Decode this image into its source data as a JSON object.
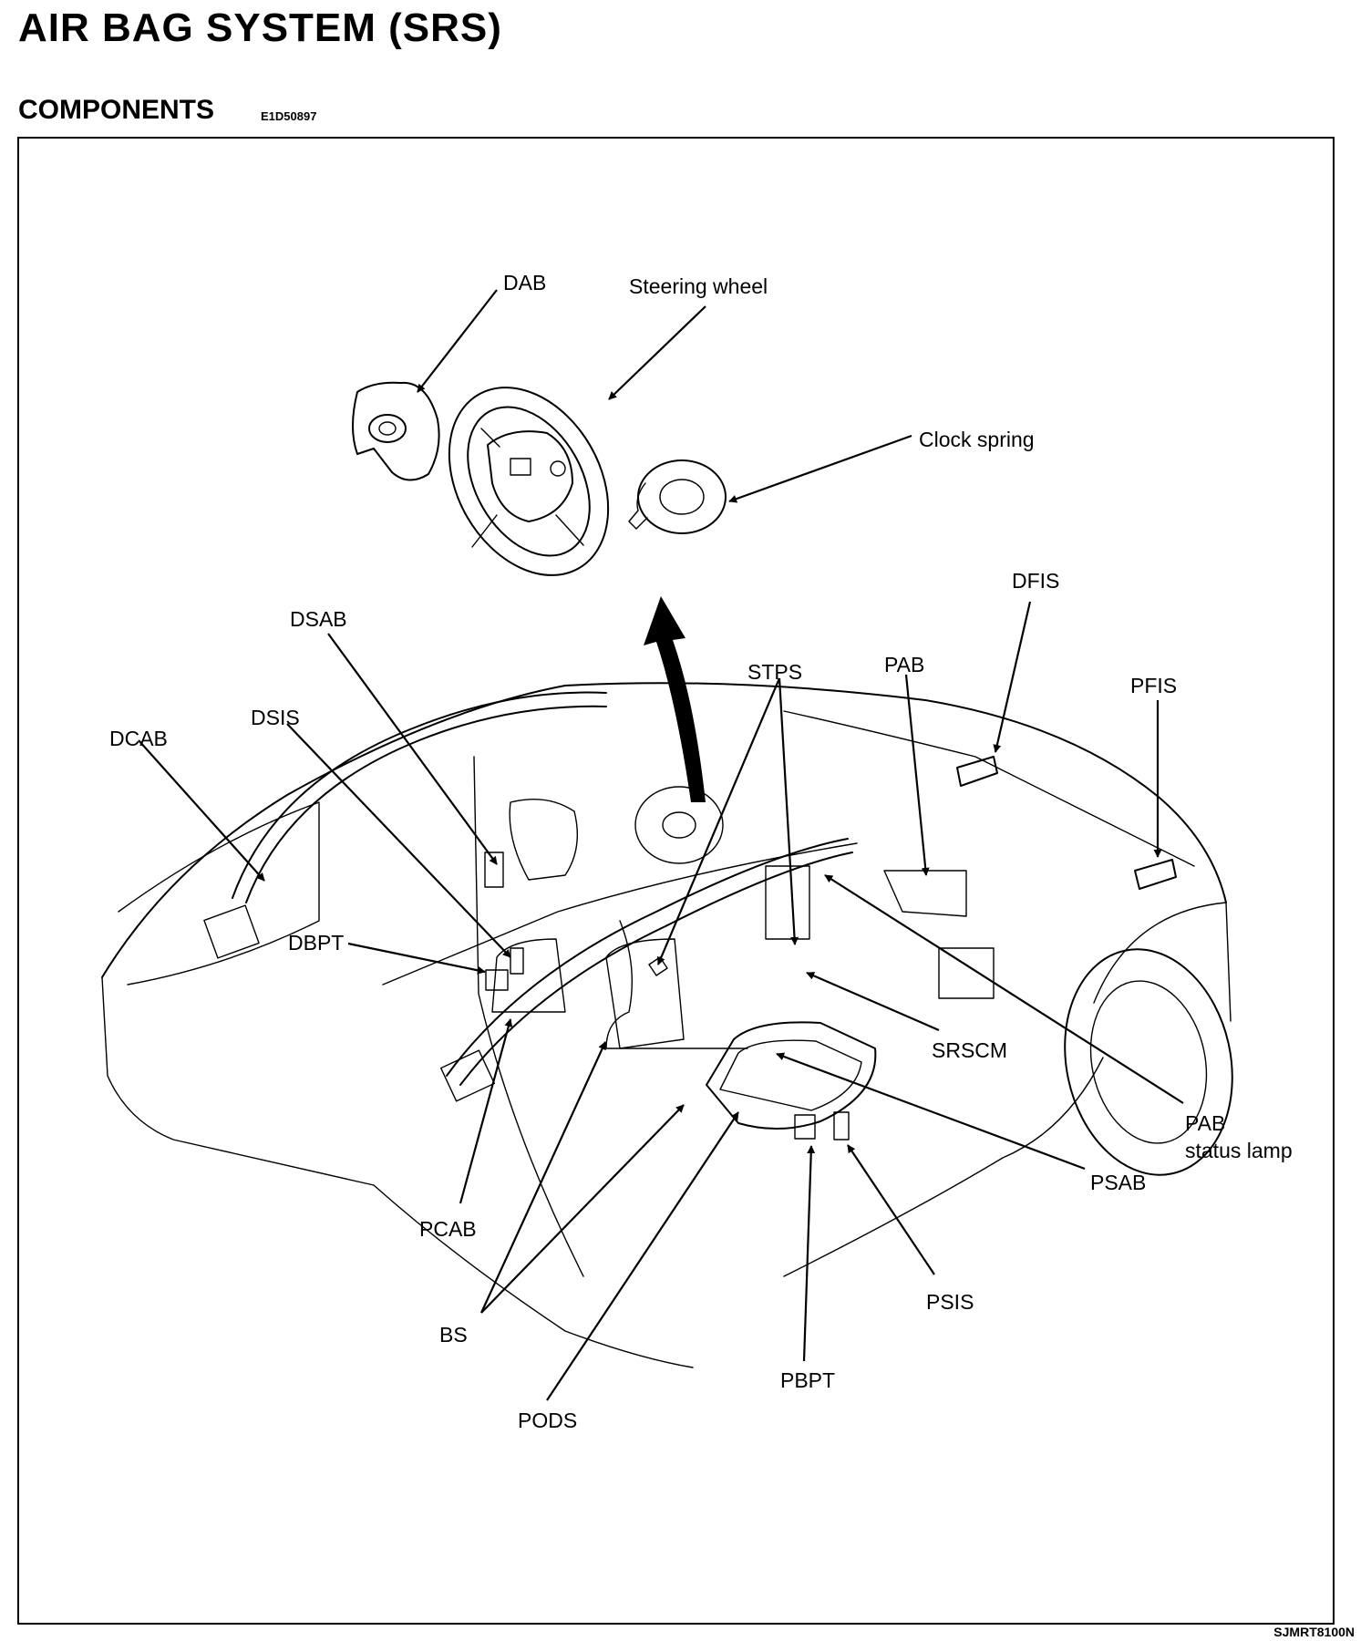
{
  "header": {
    "title": "AIR BAG SYSTEM (SRS)",
    "section": "COMPONENTS",
    "doc_code": "E1D50897"
  },
  "figure_code": "SJMRT8100N",
  "labels": {
    "dab": "DAB",
    "steering_wheel": "Steering wheel",
    "clock_spring": "Clock spring",
    "dfis": "DFIS",
    "dsab": "DSAB",
    "stps": "STPS",
    "pab": "PAB",
    "pfis": "PFIS",
    "dsis": "DSIS",
    "dcab": "DCAB",
    "dbpt": "DBPT",
    "srscm": "SRSCM",
    "pab_status_lamp_1": "PAB",
    "pab_status_lamp_2": "status lamp",
    "psab": "PSAB",
    "pcab": "PCAB",
    "psis": "PSIS",
    "bs": "BS",
    "pbpt": "PBPT",
    "pods": "PODS"
  }
}
